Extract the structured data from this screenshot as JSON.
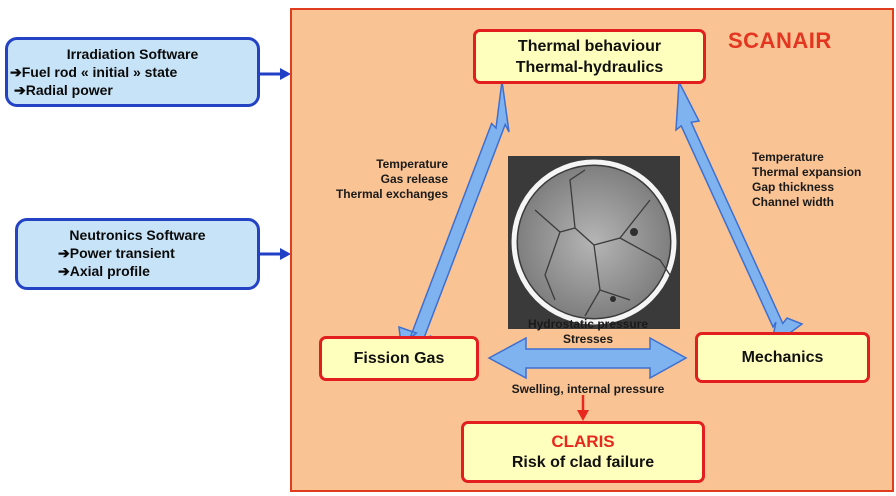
{
  "inputs": {
    "irradiation": {
      "title": "Irradiation Software",
      "items": [
        "Fuel rod « initial » state",
        "Radial power"
      ]
    },
    "neutronics": {
      "title": "Neutronics Software",
      "items": [
        "Power transient",
        "Axial profile"
      ]
    }
  },
  "code_name": "SCANAIR",
  "nodes": {
    "thermal": [
      "Thermal behaviour",
      "Thermal-hydraulics"
    ],
    "fission_gas": "Fission Gas",
    "mechanics": "Mechanics",
    "claris": {
      "title": "CLARIS",
      "subtitle": "Risk of clad failure"
    }
  },
  "links": {
    "thermal_to_gas": [
      "Temperature",
      "Gas release",
      "Thermal exchanges"
    ],
    "thermal_to_mechanics": [
      "Temperature",
      "Thermal expansion",
      "Gap thickness",
      "Channel width"
    ],
    "gas_to_mechanics": [
      "Hydrostatic pressure",
      "Stresses"
    ],
    "to_claris": "Swelling, internal pressure"
  },
  "colors": {
    "panel_fill": "#fac393",
    "panel_border": "#e03c1e",
    "node_fill": "#ffffbd",
    "node_border": "#e31e1e",
    "input_fill": "#c7e3f7",
    "input_border": "#2442c4",
    "link_arrow": "#7fb3f0",
    "input_arrow": "#1f3fc6",
    "claris_title": "#e8281e",
    "brand": "#e33520"
  }
}
